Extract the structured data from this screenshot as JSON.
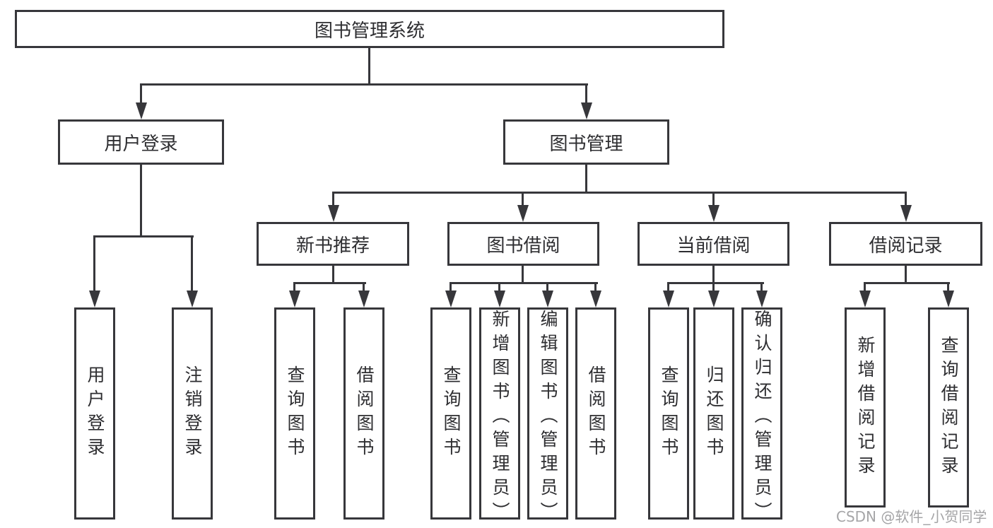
{
  "tree": {
    "root": {
      "label": "图书管理系统"
    },
    "level2": [
      {
        "label": "用户登录",
        "leaves": [
          "用户登录",
          "注销登录"
        ]
      },
      {
        "label": "图书管理"
      }
    ],
    "level3": [
      {
        "label": "新书推荐",
        "leaves": [
          "查询图书",
          "借阅图书"
        ]
      },
      {
        "label": "图书借阅",
        "leaves": [
          "查询图书",
          "新增图书（管理员）",
          "编辑图书（管理员）",
          "借阅图书"
        ]
      },
      {
        "label": "当前借阅",
        "leaves": [
          "查询图书",
          "归还图书",
          "确认归还（管理员）"
        ]
      },
      {
        "label": "借阅记录",
        "leaves": [
          "新增借阅记录",
          "查询借阅记录"
        ]
      }
    ]
  },
  "watermark": {
    "text": "CSDN @软件_小贺同学"
  },
  "colors": {
    "line": "#37373b",
    "text": "#2e2e31",
    "watermark": "#a5a5a7",
    "background": "#ffffff"
  }
}
